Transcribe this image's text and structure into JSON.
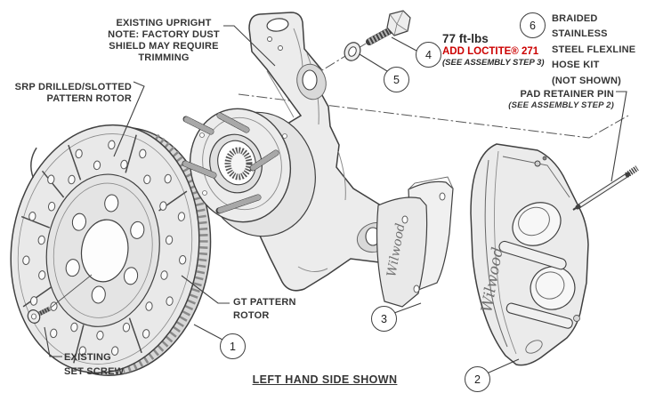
{
  "colors": {
    "accent_red": "#cc0000",
    "line": "#404040",
    "fill": "#e9e9e9"
  },
  "brand_script": "Wilwood",
  "labels": {
    "upright": [
      "EXISTING UPRIGHT",
      "NOTE: FACTORY DUST",
      "SHIELD MAY REQUIRE",
      "TRIMMING"
    ],
    "srp_rotor": [
      "SRP DRILLED/SLOTTED",
      "PATTERN ROTOR"
    ],
    "torque": {
      "value": "77 ft-lbs",
      "loctite": "ADD LOCTITE® 271",
      "step": "(SEE ASSEMBLY STEP 3)"
    },
    "hose_kit": [
      "BRAIDED",
      "STAINLESS",
      "STEEL FLEXLINE",
      "HOSE KIT",
      "(NOT SHOWN)"
    ],
    "pad_retainer": {
      "title": "PAD RETAINER PIN",
      "step": "(SEE ASSEMBLY STEP 2)"
    },
    "gt_rotor": [
      "GT PATTERN",
      "ROTOR"
    ],
    "set_screw": [
      "EXISTING",
      "SET SCREW"
    ],
    "footer": "LEFT HAND SIDE SHOWN"
  },
  "callouts": [
    {
      "num": "1"
    },
    {
      "num": "2"
    },
    {
      "num": "3"
    },
    {
      "num": "4"
    },
    {
      "num": "5"
    },
    {
      "num": "6"
    }
  ]
}
